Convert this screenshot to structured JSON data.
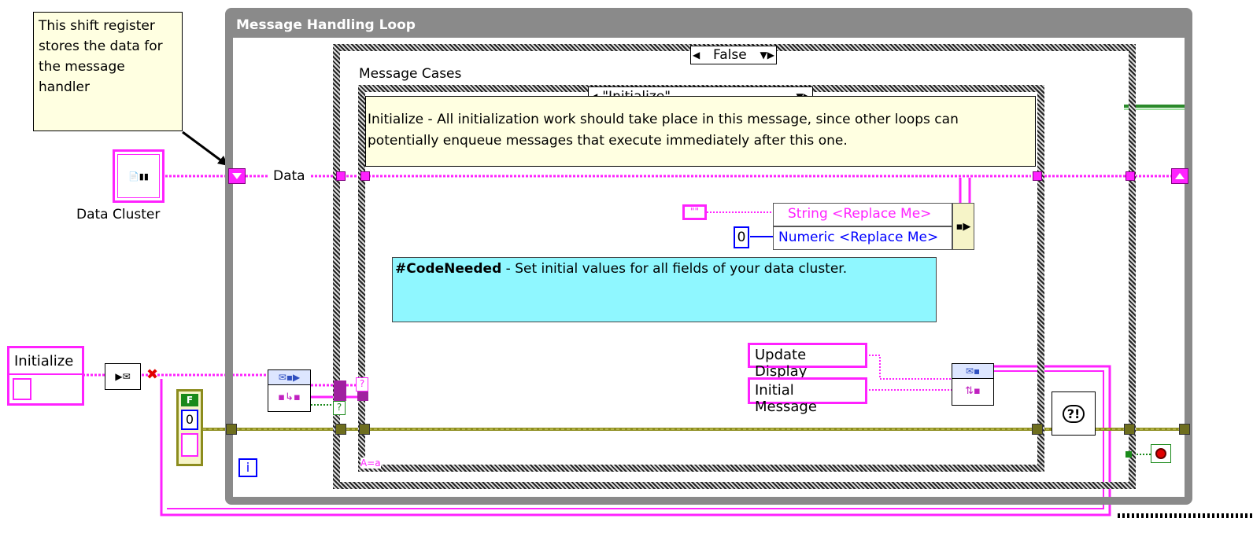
{
  "diagram": {
    "note_shift_register": "This shift register stores the data for the message handler",
    "loop_title": "Message Handling Loop",
    "outer_case_selector": "False",
    "message_cases_label": "Message Cases",
    "case_selector": "\"Initialize\"",
    "initialize_comment": "Initialize - All initialization work should take place in this message, since other loops can potentially enqueue messages that execute immediately after this one.",
    "data_wire_label": "Data",
    "data_cluster_label": "Data Cluster",
    "initialize_constant": "Initialize",
    "bundle_string": "String <Replace Me>",
    "bundle_numeric": "Numeric <Replace Me>",
    "empty_string_const": "\"\"",
    "numeric_zero_const": "0",
    "code_needed_bold": "#CodeNeeded",
    "code_needed_text": " - Set initial values for all fields of your data cluster.",
    "update_display": "Update Display",
    "initial_message": "Initial Message",
    "false_const": "F",
    "zero_const": "0",
    "iteration_label": "i",
    "question_mark": "?",
    "case_label_a": "A=a",
    "error_msg_glyph": "?!"
  },
  "colors": {
    "cluster_wire": "#ff22ff",
    "error_wire": "#8c8c1e",
    "loop_border": "#8a8a8a",
    "note_bg": "#ffffe1",
    "comment_bg": "#8ff7ff",
    "numeric_blue": "#0000ff"
  }
}
